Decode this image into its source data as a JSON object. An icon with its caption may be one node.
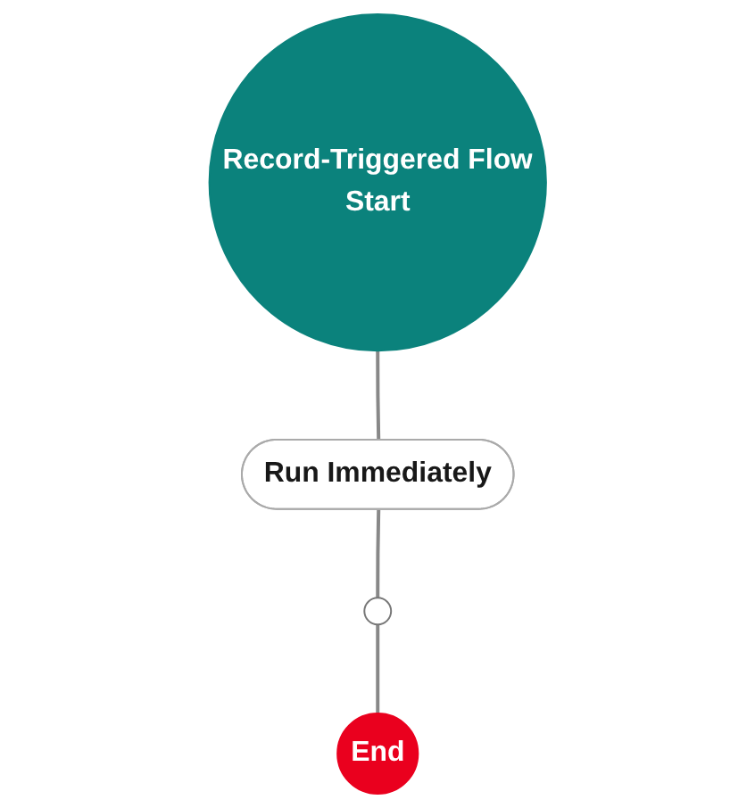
{
  "diagram": {
    "nodes": [
      {
        "text": [
          "Record-Triggered Flow",
          "Start"
        ]
      },
      {
        "text": [
          "Run Immediately"
        ]
      },
      {
        "text": [],
        "shape": "circle"
      },
      {
        "text": [
          "End"
        ]
      }
    ],
    "edges": [
      {
        "from": 0,
        "to": 1,
        "arrow": "none"
      },
      {
        "from": 1,
        "to": 2,
        "arrow": "none"
      },
      {
        "from": 2,
        "to": 3,
        "arrow": "none"
      }
    ]
  }
}
